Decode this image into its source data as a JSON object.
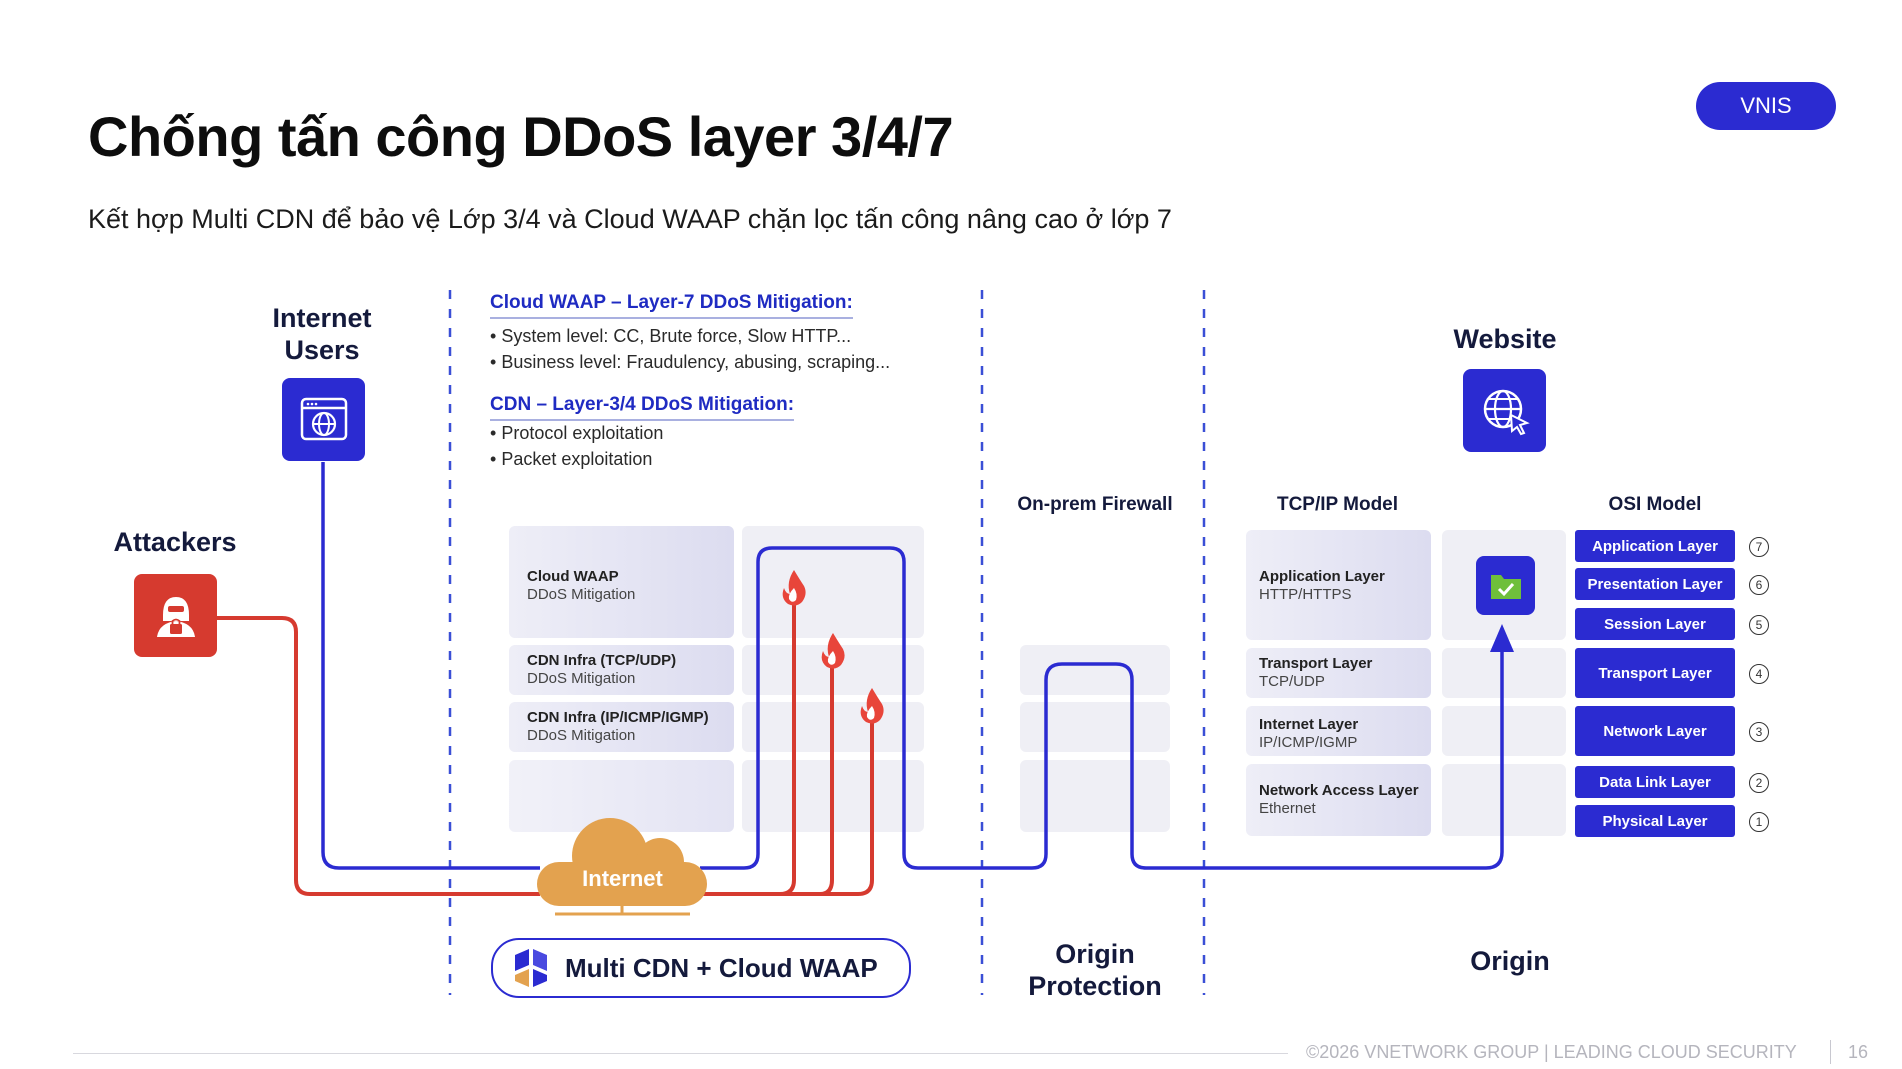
{
  "title": "Chống tấn công DDoS layer 3/4/7",
  "subtitle": "Kết hợp Multi CDN để bảo vệ Lớp 3/4 và Cloud WAAP chặn lọc tấn công nâng cao ở lớp 7",
  "badge": "VNIS",
  "actors": {
    "internet_users": "Internet Users",
    "attackers": "Attackers",
    "website": "Website"
  },
  "cloud_waap_section": {
    "title": "Cloud WAAP – Layer-7 DDoS Mitigation:",
    "bullets": [
      "System level: CC, Brute force, Slow HTTP...",
      "Business level: Fraudulency, abusing, scraping..."
    ]
  },
  "cdn_section": {
    "title": "CDN – Layer-3/4 DDoS Mitigation:",
    "bullets": [
      "Protocol exploitation",
      "Packet exploitation"
    ]
  },
  "mitigation_stack": [
    {
      "name": "Cloud WAAP",
      "desc": "DDoS Mitigation"
    },
    {
      "name": "CDN Infra (TCP/UDP)",
      "desc": "DDoS Mitigation"
    },
    {
      "name": "CDN Infra (IP/ICMP/IGMP)",
      "desc": "DDoS Mitigation"
    }
  ],
  "internet_label": "Internet",
  "product_label": "Multi CDN + Cloud WAAP",
  "firewall_label": "On-prem Firewall",
  "origin_protection_label": "Origin Protection",
  "origin_label": "Origin",
  "tcpip": {
    "heading": "TCP/IP Model",
    "layers": [
      {
        "name": "Application Layer",
        "protocol": "HTTP/HTTPS"
      },
      {
        "name": "Transport Layer",
        "protocol": "TCP/UDP"
      },
      {
        "name": "Internet Layer",
        "protocol": "IP/ICMP/IGMP"
      },
      {
        "name": "Network Access Layer",
        "protocol": "Ethernet"
      }
    ]
  },
  "osi": {
    "heading": "OSI Model",
    "layers": [
      {
        "name": "Application Layer",
        "number": "7"
      },
      {
        "name": "Presentation Layer",
        "number": "6"
      },
      {
        "name": "Session Layer",
        "number": "5"
      },
      {
        "name": "Transport Layer",
        "number": "4"
      },
      {
        "name": "Network Layer",
        "number": "3"
      },
      {
        "name": "Data Link Layer",
        "number": "2"
      },
      {
        "name": "Physical Layer",
        "number": "1"
      }
    ]
  },
  "footer": {
    "text": "©2026 VNETWORK GROUP | LEADING CLOUD SECURITY",
    "page": "16"
  },
  "colors": {
    "accent": "#2b2bd1",
    "attack": "#d63a2f",
    "cloud": "#e3a24f"
  },
  "icons": {
    "internet_users": "browser-globe-icon",
    "attackers": "hacker-lock-icon",
    "website": "globe-cursor-icon",
    "fire": "fire-icon",
    "origin": "folder-check-icon",
    "logo": "vnetwork-logo-icon"
  }
}
